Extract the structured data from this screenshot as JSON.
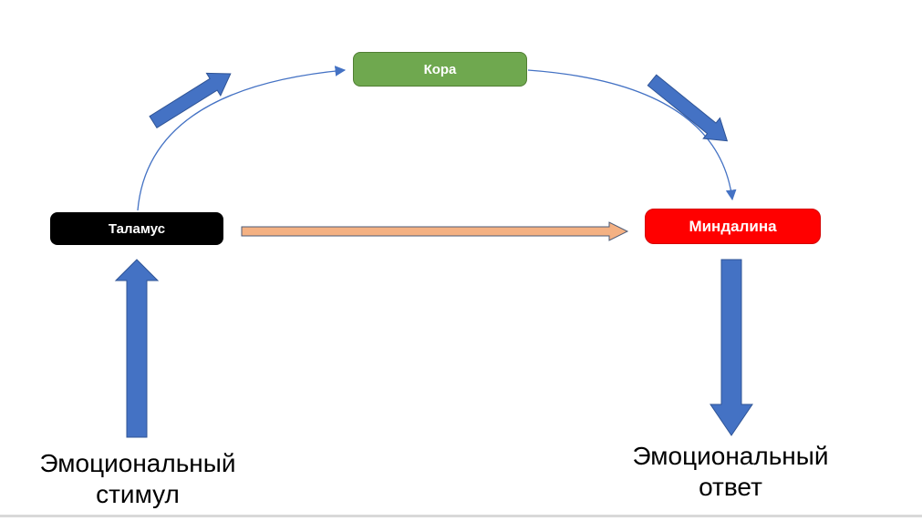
{
  "diagram": {
    "description": "Dual-pathway emotional processing diagram (high road via cortex, low road direct)",
    "nodes": {
      "cortex": {
        "label": "Кора",
        "fill": "#6fa84f",
        "border": "#507e32",
        "text_color": "#ffffff"
      },
      "thalamus": {
        "label": "Таламус",
        "fill": "#000000",
        "border": "#000000",
        "text_color": "#ffffff"
      },
      "amygdala": {
        "label": "Миндалина",
        "fill": "#ff0000",
        "border": "#d40000",
        "text_color": "#ffffff"
      }
    },
    "captions": {
      "stimulus": {
        "line1": "Эмоциональный",
        "line2": "стимул"
      },
      "response": {
        "line1": "Эмоциональный",
        "line2": "ответ"
      }
    },
    "edges": [
      {
        "name": "stimulus-to-thalamus",
        "from": "Эмоциональный стимул",
        "to": "Таламус",
        "style": "thick-block-arrow-up"
      },
      {
        "name": "thalamus-to-cortex",
        "from": "Таламус",
        "to": "Кора",
        "style": "thin-curved-connector-with-arrowhead"
      },
      {
        "name": "cortex-to-amygdala",
        "from": "Кора",
        "to": "Миндалина",
        "style": "thin-curved-connector-with-arrowhead"
      },
      {
        "name": "high-road-emphasis-left",
        "from": "Таламус",
        "to": "Кора",
        "style": "thick-block-arrow-diagonal-up-right"
      },
      {
        "name": "high-road-emphasis-right",
        "from": "Кора",
        "to": "Миндалина",
        "style": "thick-block-arrow-diagonal-down-right"
      },
      {
        "name": "low-road-direct",
        "from": "Таламус",
        "to": "Миндалина",
        "style": "thick-block-arrow-right-orange"
      },
      {
        "name": "amygdala-to-response",
        "from": "Миндалина",
        "to": "Эмоциональный ответ",
        "style": "thick-block-arrow-down"
      }
    ],
    "colors": {
      "arrow_blue_fill": "#4472c4",
      "arrow_blue_border": "#2f5496",
      "arrow_orange_fill": "#f4b183",
      "arrow_orange_border": "#4d5b77",
      "connector_blue": "#4472c4",
      "bottom_line": "#d9d9d9"
    }
  }
}
